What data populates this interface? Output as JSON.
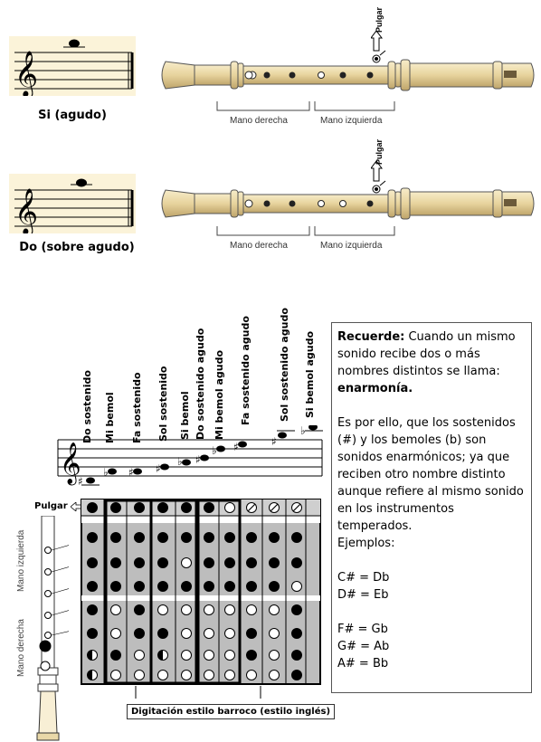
{
  "top": {
    "note1_label": "Si (agudo)",
    "note2_label": "Do (sobre agudo)",
    "pulgar": "Pulgar",
    "right_hand": "Mano derecha",
    "left_hand": "Mano izquierda"
  },
  "chart": {
    "columns": [
      "Do sostenido",
      "Mi bemol",
      "Fa sostenido",
      "Sol sostenido",
      "Si bemol",
      "Do sostenido agudo",
      "Mi bemol agudo",
      "Fa sostenido agudo",
      "Sol sostenido agudo",
      "Si bemol agudo"
    ],
    "pulgar_label": "Pulgar",
    "left_hand_side": "Mano izquierda",
    "right_hand_side": "Mano derecha",
    "caption": "Digitación estilo barroco (estilo inglés)"
  },
  "info": {
    "recuerde_bold": "Recuerde:",
    "recuerde_text": " Cuando un mismo sonido recibe dos o más nombres distintos se llama: ",
    "enarmonia": "enarmonía.",
    "paragraph2": "Es por ello, que los sostenidos (#) y los bemoles (b) son sonidos enarmónicos; ya que reciben otro nombre distinto aunque refiere al mismo sonido en los instrumentos temperados.",
    "ejemplos": "Ejemplos:",
    "examples": [
      "C# = Db",
      "D# = Eb",
      "F# = Gb",
      "G# = Ab",
      "A# = Bb"
    ]
  }
}
